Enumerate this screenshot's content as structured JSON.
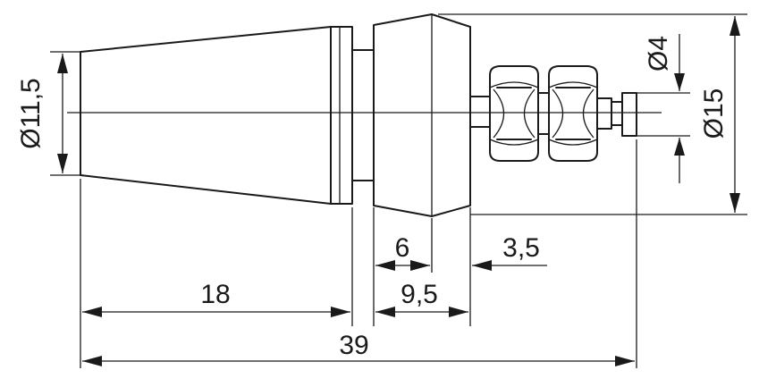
{
  "drawing": {
    "dimensions": {
      "dia_left": "Ø11,5",
      "dia_pin": "Ø4",
      "dia_overall": "Ø15",
      "len_6": "6",
      "len_3_5": "3,5",
      "len_18": "18",
      "len_9_5": "9,5",
      "len_39": "39"
    }
  }
}
